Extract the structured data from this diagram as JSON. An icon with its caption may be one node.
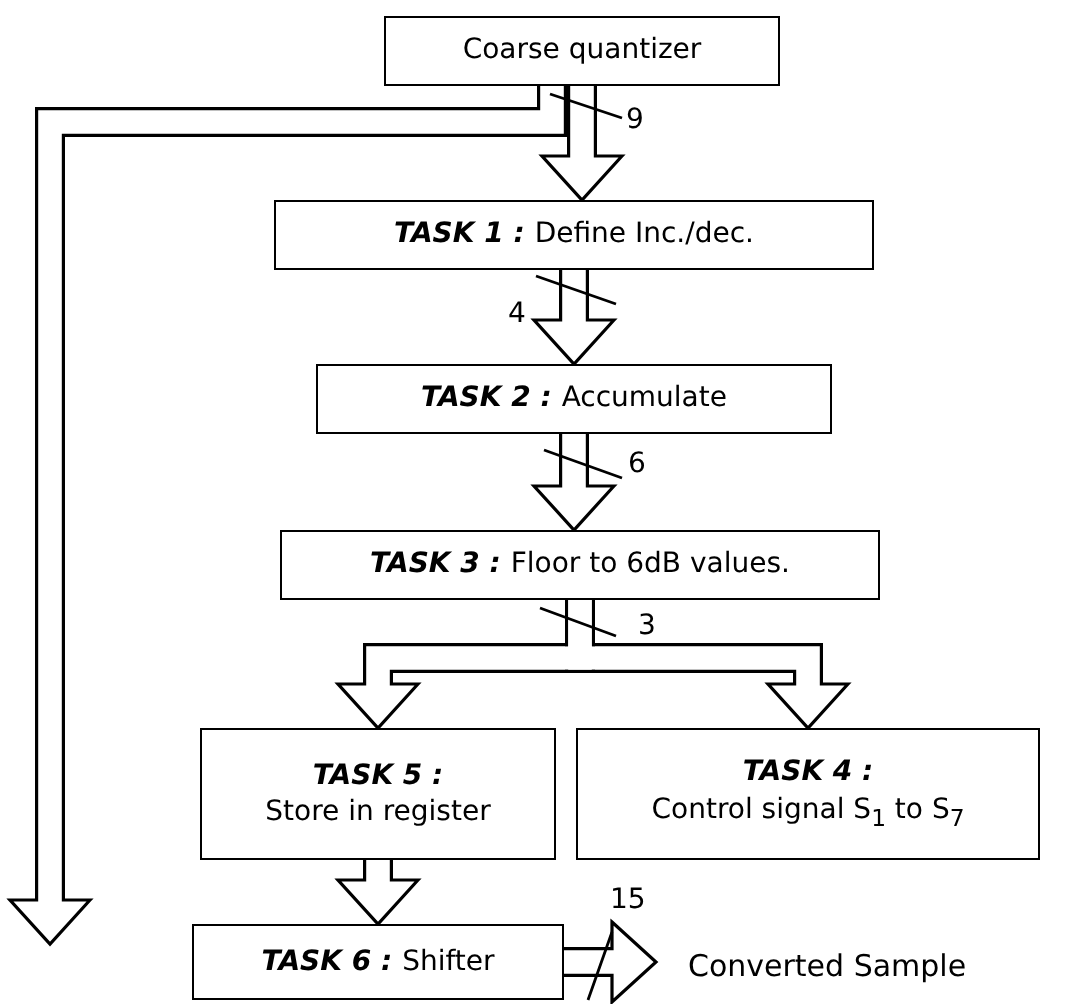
{
  "diagram": {
    "nodes": [
      {
        "text": [
          "Coarse quantizer"
        ]
      },
      {
        "text": [
          "TASK 1 :",
          "Define Inc./dec."
        ]
      },
      {
        "text": [
          "TASK 2 :",
          "Accumulate"
        ]
      },
      {
        "text": [
          "TASK 3 :",
          "Floor to 6dB values."
        ]
      },
      {
        "text": [
          "TASK 5 :",
          "Store in register"
        ]
      },
      {
        "text": [
          "TASK 4 :",
          "Control signal S$_{1}$ to S$_{7}$"
        ]
      },
      {
        "text": [
          "TASK 6 :",
          "Shifter"
        ]
      },
      {
        "text": [
          "Converted Sample"
        ]
      }
    ],
    "edges": [
      {
        "from": 0,
        "to": 1,
        "arrow": "to",
        "label": "9"
      },
      {
        "from": 1,
        "to": 2,
        "arrow": "to",
        "label": "4"
      },
      {
        "from": 2,
        "to": 3,
        "arrow": "to",
        "label": "6"
      },
      {
        "from": 3,
        "to": 4,
        "arrow": "to",
        "label": "3"
      },
      {
        "from": 3,
        "to": 5,
        "arrow": "to"
      },
      {
        "from": 4,
        "to": 6,
        "arrow": "to"
      },
      {
        "from": 6,
        "to": 7,
        "arrow": "to",
        "label": "15"
      },
      {
        "from": 0,
        "to": null,
        "arrow": "to"
      }
    ]
  }
}
